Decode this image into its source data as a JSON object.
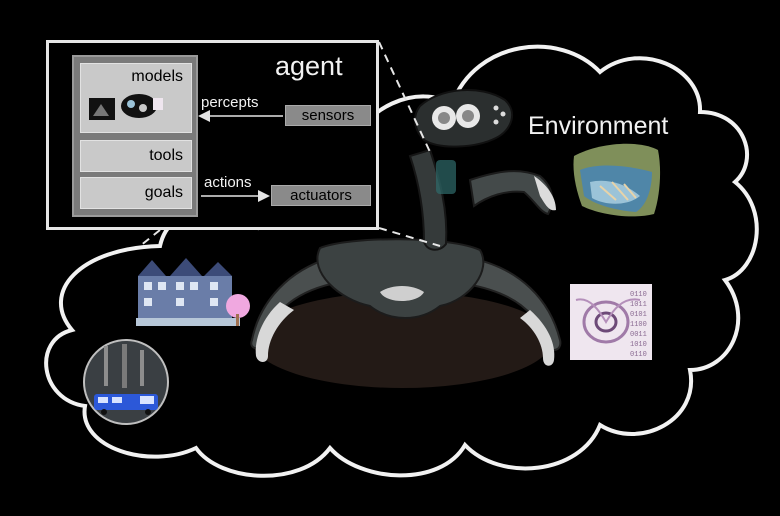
{
  "agent": {
    "title": "agent",
    "components": {
      "models": "models",
      "tools": "tools",
      "goals": "goals"
    },
    "sensors": "sensors",
    "actuators": "actuators",
    "percepts": "percepts",
    "actions": "actions"
  },
  "environment": {
    "title": "Environment"
  },
  "colors": {
    "background": "#000000",
    "outline": "#e6e6e6",
    "panel": "#c9c9c9",
    "io_box": "#8a8a8a"
  }
}
